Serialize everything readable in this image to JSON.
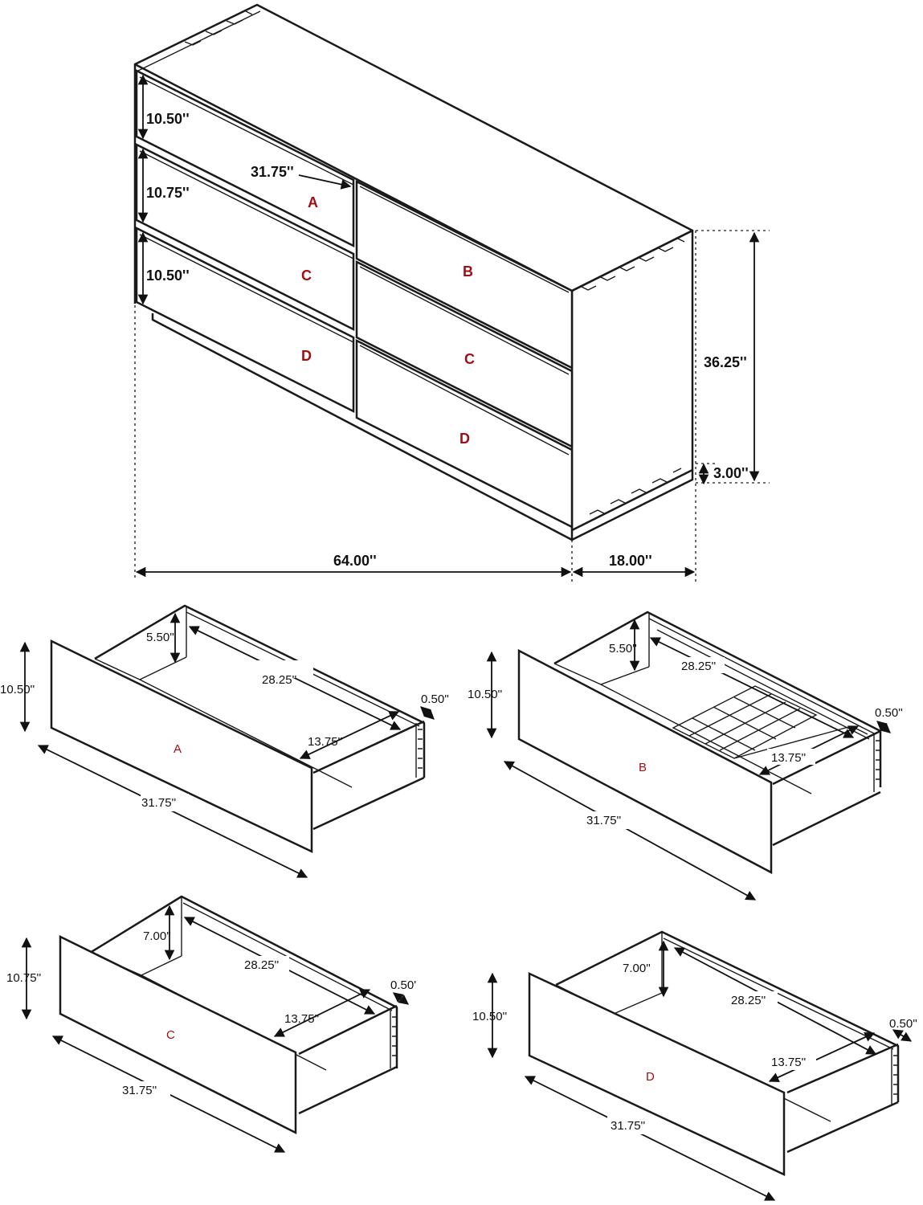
{
  "dresser": {
    "dims": {
      "drawer_a_height": "10.50''",
      "drawer_c_height": "10.75''",
      "drawer_b_height": "10.50''",
      "drawer_width": "31.75''",
      "total_height": "36.25''",
      "base_height": "3.00''",
      "total_width": "64.00''",
      "depth": "18.00''"
    },
    "drawer_letters": {
      "top_left": "A",
      "mid_left": "C",
      "mid_right": "B",
      "bot_left": "D",
      "bot_right_upper": "C",
      "bot_right": "D"
    }
  },
  "drawers": [
    {
      "letter": "A",
      "height": "10.50''",
      "inner_depth": "5.50''",
      "length": "28.25''",
      "inner_width": "13.75''",
      "thickness": "0.50''",
      "width": "31.75''"
    },
    {
      "letter": "B",
      "height": "10.50''",
      "inner_depth": "5.50''",
      "length": "28.25''",
      "inner_width": "13.75''",
      "thickness": "0.50''",
      "width": "31.75''"
    },
    {
      "letter": "C",
      "height": "10.75''",
      "inner_depth": "7.00''",
      "length": "28.25''",
      "inner_width": "13.75''",
      "thickness": "0.50'",
      "width": "31.75''"
    },
    {
      "letter": "D",
      "height": "10.50''",
      "inner_depth": "7.00''",
      "length": "28.25''",
      "inner_width": "13.75''",
      "thickness": "0.50''",
      "width": "31.75''"
    }
  ],
  "colors": {
    "line": "#1a1a1a",
    "letter": "#a00f14"
  }
}
